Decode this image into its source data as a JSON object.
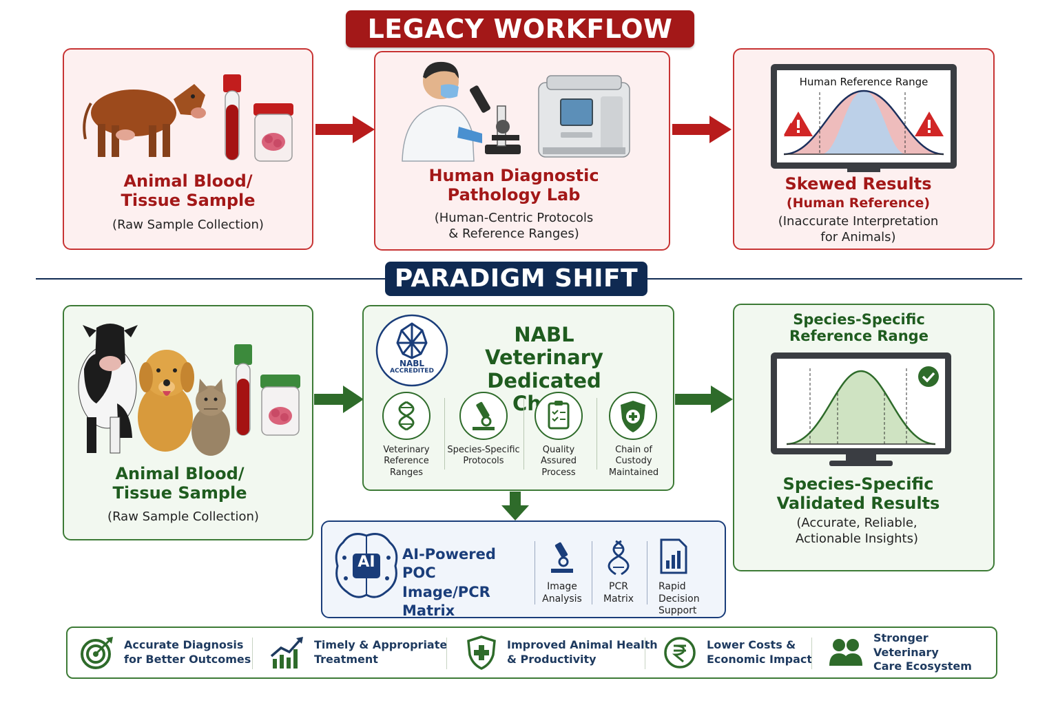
{
  "legacy": {
    "banner": "LEGACY WORKFLOW",
    "card1": {
      "title_line1": "Animal Blood/",
      "title_line2": "Tissue Sample",
      "subtitle": "(Raw Sample Collection)"
    },
    "card2": {
      "title_line1": "Human Diagnostic",
      "title_line2": "Pathology Lab",
      "subtitle_line1": "(Human-Centric Protocols",
      "subtitle_line2": "& Reference Ranges)"
    },
    "card3": {
      "screen_label": "Human Reference Range",
      "title": "Skewed Results",
      "subtitle_accent": "(Human Reference)",
      "subtitle_line1": "(Inaccurate Interpretation",
      "subtitle_line2": "for Animals)"
    }
  },
  "shift": {
    "banner": "PARADIGM SHIFT",
    "card1": {
      "title_line1": "Animal Blood/",
      "title_line2": "Tissue Sample",
      "subtitle": "(Raw Sample Collection)"
    },
    "nabl": {
      "badge_line1": "NABL",
      "badge_line2": "ACCREDITED",
      "title_line1": "NABL Veterinary",
      "title_line2": "Dedicated Chain",
      "features": [
        {
          "icon": "dna-icon",
          "line1": "Veterinary",
          "line2": "Reference",
          "line3": "Ranges"
        },
        {
          "icon": "microscope-icon",
          "line1": "Species-Specific",
          "line2": "Protocols",
          "line3": ""
        },
        {
          "icon": "clipboard-check-icon",
          "line1": "Quality",
          "line2": "Assured",
          "line3": "Process"
        },
        {
          "icon": "shield-plus-icon",
          "line1": "Chain of",
          "line2": "Custody",
          "line3": "Maintained"
        }
      ]
    },
    "ai": {
      "badge": "AI",
      "title_line1": "AI-Powered POC",
      "title_line2": "Image/PCR Matrix",
      "features": [
        {
          "icon": "microscope-icon",
          "line1": "Image",
          "line2": "Analysis",
          "line3": ""
        },
        {
          "icon": "dna-icon",
          "line1": "PCR",
          "line2": "Matrix",
          "line3": ""
        },
        {
          "icon": "report-chart-icon",
          "line1": "Rapid",
          "line2": "Decision",
          "line3": "Support"
        }
      ]
    },
    "card3": {
      "top_title_line1": "Species-Specific",
      "top_title_line2": "Reference Range",
      "title_line1": "Species-Specific",
      "title_line2": "Validated Results",
      "subtitle_line1": "(Accurate, Reliable,",
      "subtitle_line2": "Actionable Insights)"
    }
  },
  "footer": [
    {
      "icon": "target-icon",
      "line1": "Accurate Diagnosis",
      "line2": "for Better Outcomes"
    },
    {
      "icon": "growth-chart-icon",
      "line1": "Timely & Appropriate",
      "line2": "Treatment"
    },
    {
      "icon": "shield-plus-icon",
      "line1": "Improved Animal Health",
      "line2": "& Productivity"
    },
    {
      "icon": "rupee-icon",
      "line1": "Lower Costs &",
      "line2": "Economic Impact"
    },
    {
      "icon": "people-icon",
      "line1": "Stronger Veterinary",
      "line2": "Care Ecosystem"
    }
  ],
  "colors": {
    "legacy_red": "#a31818",
    "navy": "#0f2a52",
    "green": "#1f5c1f",
    "light_green": "#a7cc8d"
  }
}
